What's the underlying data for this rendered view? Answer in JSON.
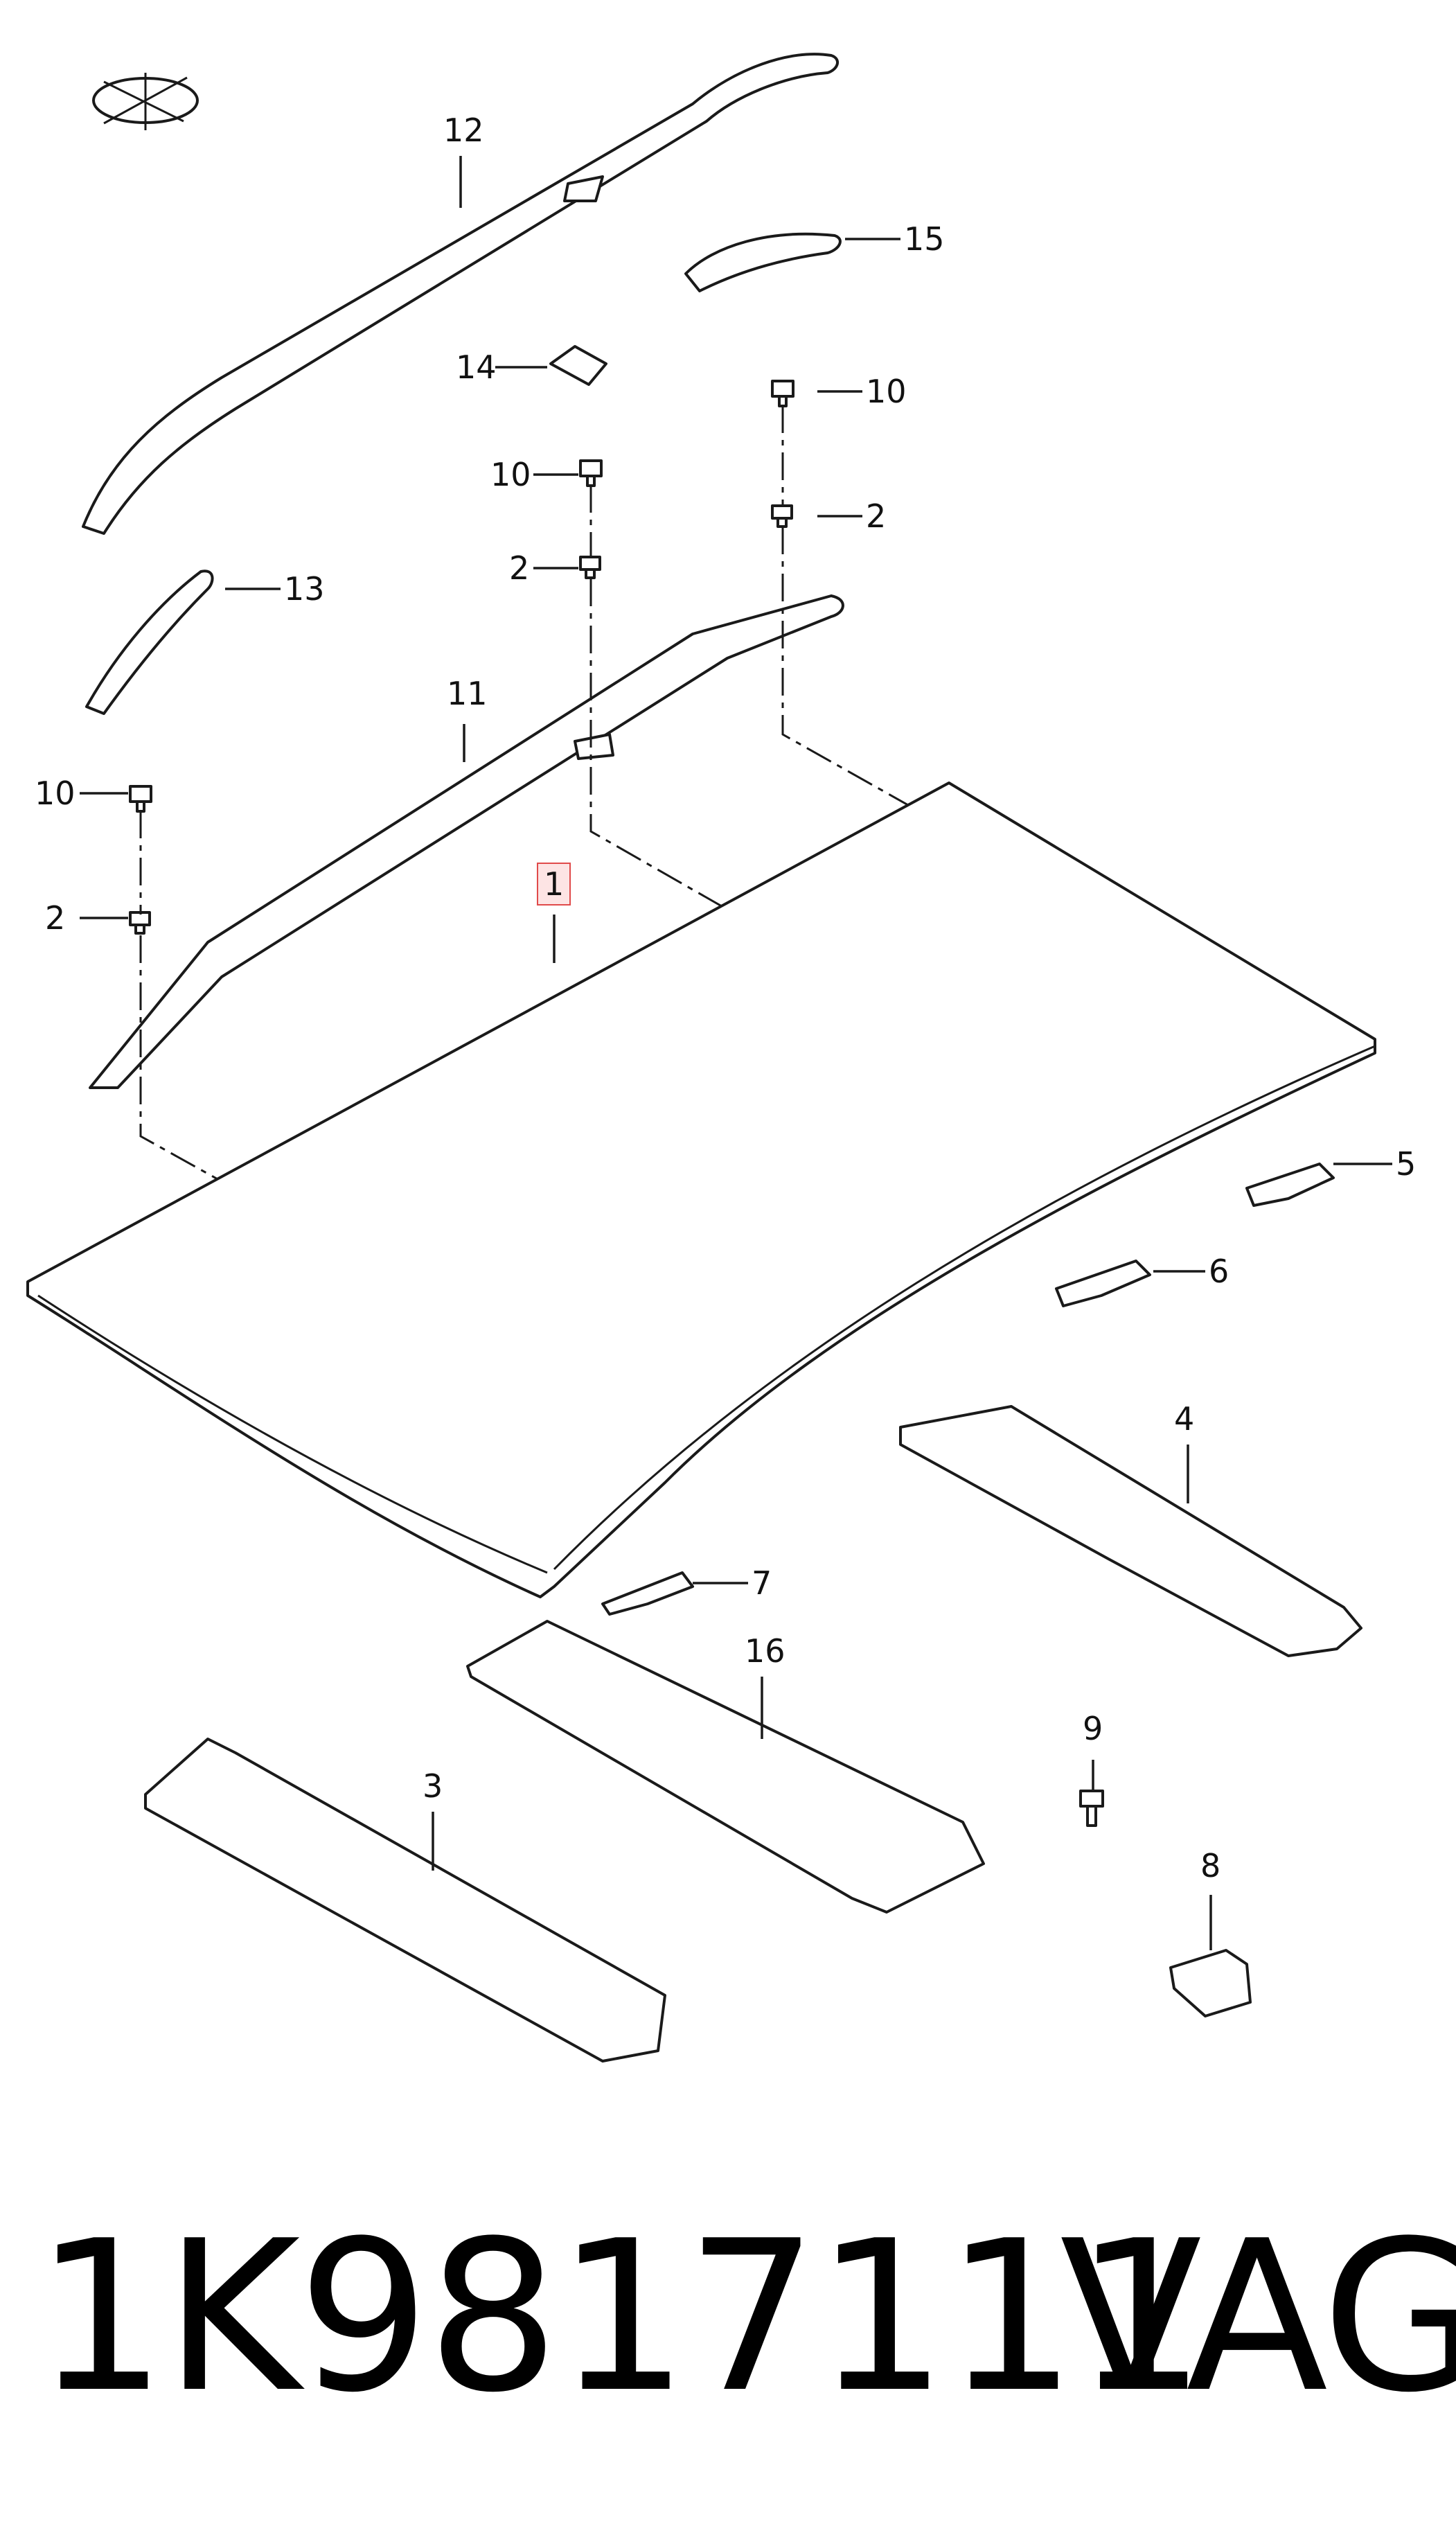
{
  "diagram": {
    "callouts": {
      "c1": "1",
      "c2a": "2",
      "c2b": "2",
      "c2c": "2",
      "c3": "3",
      "c4": "4",
      "c5": "5",
      "c6": "6",
      "c7": "7",
      "c8": "8",
      "c9": "9",
      "c10a": "10",
      "c10b": "10",
      "c10c": "10",
      "c11": "11",
      "c12": "12",
      "c13": "13",
      "c14": "14",
      "c15": "15",
      "c16": "16"
    },
    "highlight_color": "#e04a4a"
  },
  "footer": {
    "part_number": "1K9817111",
    "brand": "VAG"
  }
}
